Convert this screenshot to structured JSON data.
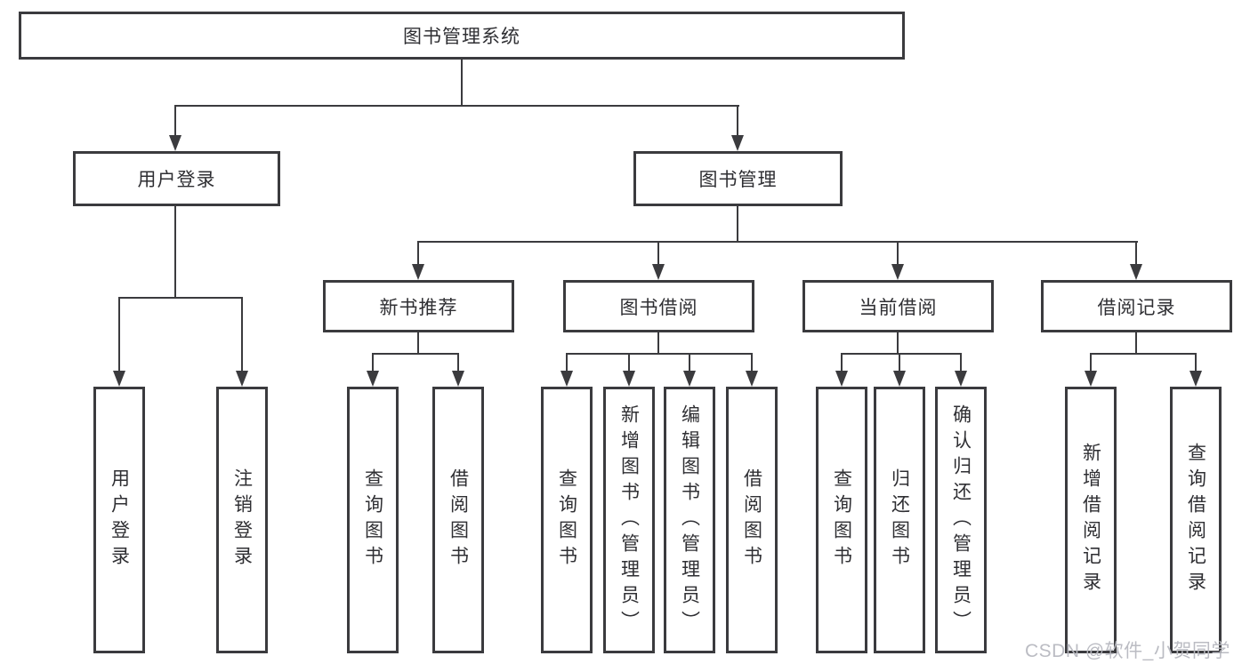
{
  "tree": {
    "label": "图书管理系统",
    "children": [
      {
        "label": "用户登录",
        "children": [
          {
            "label": "用户登录"
          },
          {
            "label": "注销登录"
          }
        ]
      },
      {
        "label": "图书管理",
        "children": [
          {
            "label": "新书推荐",
            "children": [
              {
                "label": "查询图书"
              },
              {
                "label": "借阅图书"
              }
            ]
          },
          {
            "label": "图书借阅",
            "children": [
              {
                "label": "查询图书"
              },
              {
                "label": "新增图书（管理员）"
              },
              {
                "label": "编辑图书（管理员）"
              },
              {
                "label": "借阅图书"
              }
            ]
          },
          {
            "label": "当前借阅",
            "children": [
              {
                "label": "查询图书"
              },
              {
                "label": "归还图书"
              },
              {
                "label": "确认归还（管理员）"
              }
            ]
          },
          {
            "label": "借阅记录",
            "children": [
              {
                "label": "新增借阅记录"
              },
              {
                "label": "查询借阅记录"
              }
            ]
          }
        ]
      }
    ]
  },
  "watermark": "CSDN @软件_小贺同学",
  "colors": {
    "line": "#3b3b3e",
    "box_border": "#3b3b3e",
    "text": "#2f2f33",
    "watermark": "#b7b8c0",
    "background": "#ffffff"
  }
}
